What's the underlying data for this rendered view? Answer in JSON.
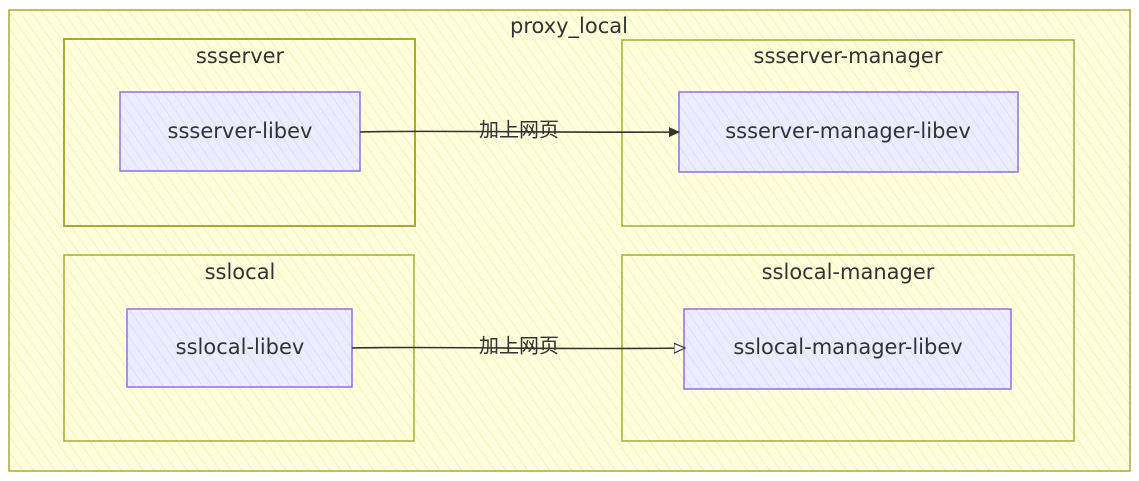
{
  "colors": {
    "cluster_fill": "#ffffde",
    "cluster_stroke": "#aaaa33",
    "node_fill": "#ececff",
    "node_stroke": "#9370db",
    "edge_stroke": "#333333",
    "text": "#333333"
  },
  "diagram": {
    "outer": {
      "label": "proxy_local"
    },
    "clusters": {
      "ssserver": {
        "label": "ssserver"
      },
      "ssserver_manager": {
        "label": "ssserver-manager"
      },
      "sslocal": {
        "label": "sslocal"
      },
      "sslocal_manager": {
        "label": "sslocal-manager"
      }
    },
    "nodes": {
      "ssserver_libev": {
        "label": "ssserver-libev"
      },
      "ssserver_manager_libev": {
        "label": "ssserver-manager-libev"
      },
      "sslocal_libev": {
        "label": "sslocal-libev"
      },
      "sslocal_manager_libev": {
        "label": "sslocal-manager-libev"
      }
    },
    "edges": {
      "top": {
        "from": "ssserver-libev",
        "to": "ssserver-manager-libev",
        "label": "加上网页"
      },
      "bottom": {
        "from": "sslocal-libev",
        "to": "sslocal-manager-libev",
        "label": "加上网页"
      }
    }
  }
}
